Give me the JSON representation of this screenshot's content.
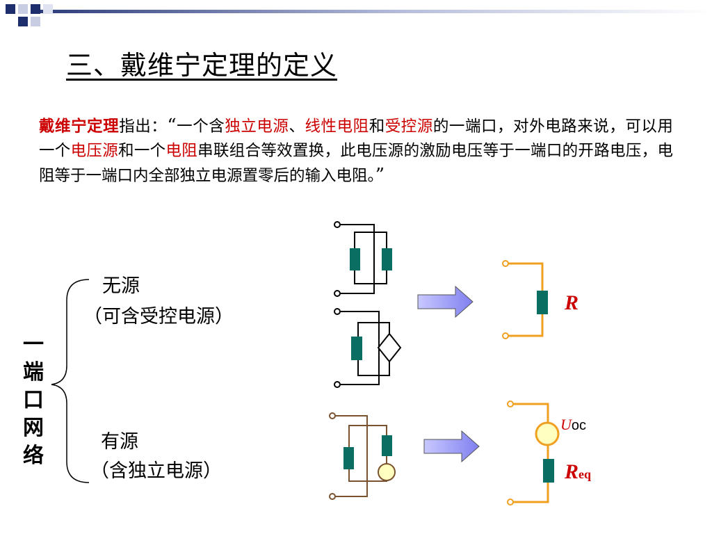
{
  "title": "三、戴维宁定理的定义",
  "paragraph": {
    "term": "戴维宁定理",
    "p1": "指出：",
    "open_quote": "“",
    "p2": "一个含",
    "r1": "独立电源",
    "p3": "、",
    "r2": "线性电阻",
    "p4": "和",
    "r3": "受控源",
    "p5": "的一端口，对外电路来说，可以用一个",
    "r4": "电压源",
    "p6": "和一个",
    "r5": "电阻",
    "p7": "串联组合等效置换，此电压源的激励电压等于一端口的开路电压，电阻等于一端口内全部独立电源置零后的输入电阻。",
    "close_quote": "”"
  },
  "network_label": [
    "一",
    "端",
    "口",
    "网",
    "络"
  ],
  "passive": {
    "label": "无源",
    "note": "（可含受控电源）"
  },
  "active": {
    "label": "有源",
    "note": "（含独立电源）"
  },
  "symbols": {
    "R": "R",
    "Uoc_letter": "U",
    "Uoc_sub": "oc",
    "Req_letter": "R",
    "Req_sub": "eq"
  },
  "colors": {
    "accent_red": "#cc0000",
    "wire_orange": "#f0a020",
    "resistor_teal": "#0b6e62",
    "source_fill": "#ffffc0",
    "arrow_fill": "#9999ff",
    "deco_navy": "#1e2d6b"
  }
}
